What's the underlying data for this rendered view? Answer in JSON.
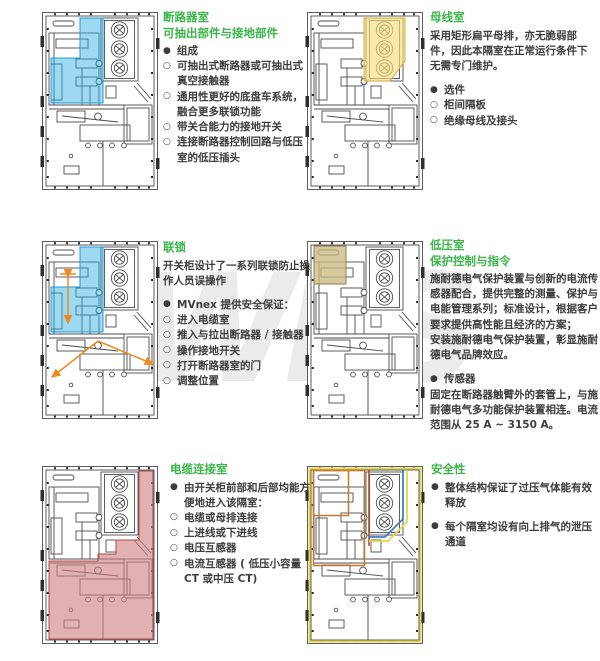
{
  "watermark": {
    "text": "WES"
  },
  "markers": {
    "filled": "●",
    "hollow": "○"
  },
  "colors": {
    "heading_green": "#3ab54a",
    "body_text": "#3d3d3d",
    "line_art": "#4d4d4d",
    "breaker_blue_fill": "#29abe2",
    "breaker_blue_stroke": "#1e9cd6",
    "busbar_yellow_fill": "#f5dc7d",
    "busbar_yellow_stroke": "#d1ac35",
    "lv_olive_fill": "#c9b87f",
    "lv_olive_stroke": "#8f7d4a",
    "cable_red_fill": "#cf7f7f",
    "cable_red_stroke": "#b04a48",
    "interlock_orange": "#ef8a1d",
    "safety_yellow": "#e3d94f",
    "safety_blue": "#3f7fc1",
    "safety_orange": "#c8762c",
    "safety_darkred": "#a8442c",
    "watermark_gray": "#c8c8c8"
  },
  "sections": [
    {
      "id": "breaker",
      "title": "断路器室",
      "subtitle": "可抽出部件与接地部件",
      "lines": [
        {
          "b": "filled",
          "t": "组成"
        },
        {
          "b": "hollow",
          "t": "可抽出式断路器或可抽出式真空接触器"
        },
        {
          "b": "hollow",
          "t": "通用性更好的底盘车系统，融合更多联锁功能"
        },
        {
          "b": "hollow",
          "t": "带关合能力的接地开关"
        },
        {
          "b": "hollow",
          "t": "连接断路器控制回路与低压室的低压插头"
        }
      ]
    },
    {
      "id": "busbar",
      "title": "母线室",
      "lines": [
        {
          "b": "none",
          "t": "采用矩形扁平母排，亦无脆弱部件，因此本隔室在正常运行条件下无需专门维护。"
        },
        {
          "b": "filled",
          "t": "选件",
          "gap": true
        },
        {
          "b": "hollow",
          "t": "柜间隔板"
        },
        {
          "b": "hollow",
          "t": "绝缘母线及接头"
        }
      ]
    },
    {
      "id": "interlock",
      "title": "联锁",
      "lines": [
        {
          "b": "none",
          "t": "开关柜设计了一系列联锁防止操作人员误操作"
        },
        {
          "b": "filled",
          "t": "MVnex 提供安全保证：",
          "gap": true
        },
        {
          "b": "hollow",
          "t": "进入电缆室"
        },
        {
          "b": "hollow",
          "t": "推入与拉出断路器 / 接触器"
        },
        {
          "b": "hollow",
          "t": "操作接地开关"
        },
        {
          "b": "hollow",
          "t": "打开断路器室的门"
        },
        {
          "b": "hollow",
          "t": "调整位置"
        }
      ]
    },
    {
      "id": "lv",
      "title": "低压室",
      "subtitle": "保护控制与指令",
      "lines": [
        {
          "b": "none",
          "t": "施耐德电气保护装置与创新的电流传感器配合，提供完整的测量、保护与电能管理系列；标准设计，根据客户要求提供高性能且经济的方案；"
        },
        {
          "b": "none",
          "t": "安装施耐德电气保护装置，彰显施耐德电气品牌效应。"
        },
        {
          "b": "filled",
          "t": "传感器",
          "gap": true
        },
        {
          "b": "none",
          "t": "固定在断路器触臂外的套管上，与施耐德电气多功能保护装置相连。电流范围从 25 A ~ 3150 A。"
        }
      ]
    },
    {
      "id": "cable",
      "title": "电缆连接室",
      "lines": [
        {
          "b": "filled",
          "t": "由开关柜前部和后部均能方便地进入该隔室："
        },
        {
          "b": "hollow",
          "t": "电缆或母排连接"
        },
        {
          "b": "hollow",
          "t": "上进线或下进线"
        },
        {
          "b": "hollow",
          "t": "电压互感器"
        },
        {
          "b": "hollow",
          "t": "电流互感器 ( 低压小容量 CT 或中压 CT)"
        }
      ]
    },
    {
      "id": "safety",
      "title": "安全性",
      "lines": [
        {
          "b": "filled",
          "t": "整体结构保证了过压气体能有效释放"
        },
        {
          "b": "filled",
          "t": "每个隔室均设有向上排气的泄压通道",
          "gap": true
        }
      ]
    }
  ]
}
